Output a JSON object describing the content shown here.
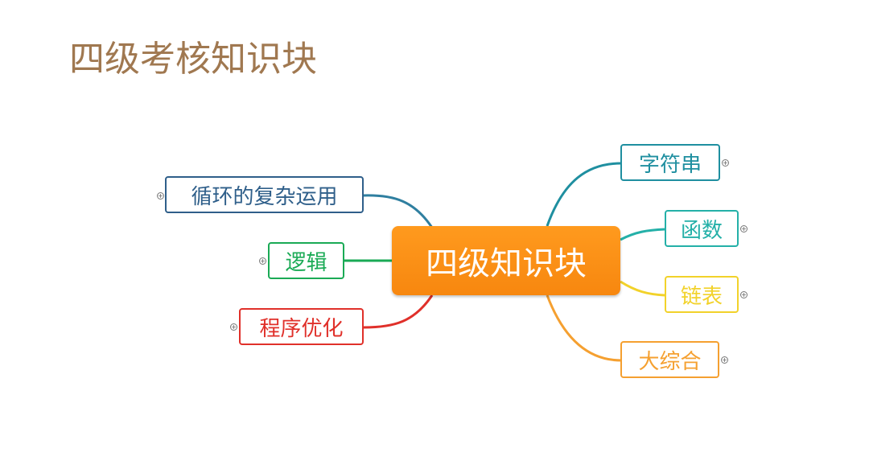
{
  "page": {
    "title": "四级考核知识块"
  },
  "mindmap": {
    "center": {
      "label": "四级知识块",
      "color": "#f7870f"
    },
    "branches": [
      {
        "id": "loops",
        "label": "循环的复杂运用",
        "color": "#2f5f8a",
        "side": "left"
      },
      {
        "id": "logic",
        "label": "逻辑",
        "color": "#1aaa55",
        "side": "left"
      },
      {
        "id": "optim",
        "label": "程序优化",
        "color": "#e0302a",
        "side": "left"
      },
      {
        "id": "string",
        "label": "字符串",
        "color": "#1f8fa0",
        "side": "right"
      },
      {
        "id": "func",
        "label": "函数",
        "color": "#24b0a8",
        "side": "right"
      },
      {
        "id": "list",
        "label": "链表",
        "color": "#f2d22a",
        "side": "right"
      },
      {
        "id": "comp",
        "label": "大综合",
        "color": "#f5a030",
        "side": "right"
      }
    ],
    "expand_icon": "plus-circle-icon"
  }
}
